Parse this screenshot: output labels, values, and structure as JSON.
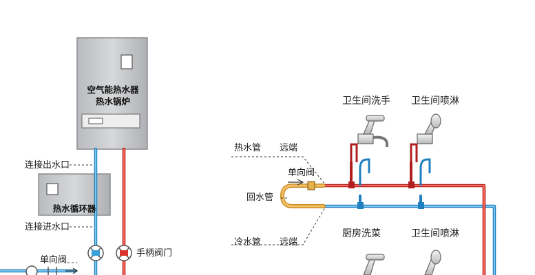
{
  "heater": {
    "line1": "空气能热水器",
    "line2": "热水锅炉"
  },
  "pump": {
    "title": "热水循环器"
  },
  "labels": {
    "outlet": "连接出水口",
    "inlet": "连接进水口",
    "check_valve_left": "单向阀",
    "handle_valve": "手柄阀门",
    "hot_pipe": "热水管",
    "hot_far": "远端",
    "check_valve_right": "单向阀",
    "return_pipe": "回水管",
    "cold_pipe": "冷水管",
    "cold_far": "远端"
  },
  "fixtures": {
    "bath_sink": "卫生间洗手",
    "bath_shower_top": "卫生间喷淋",
    "kitchen": "厨房洗菜",
    "bath_shower_bottom": "卫生间喷淋"
  },
  "colors": {
    "hot": "#d9342b",
    "cold": "#3aa0d8",
    "return": "#e8b04a",
    "device": "#c9cbce"
  }
}
